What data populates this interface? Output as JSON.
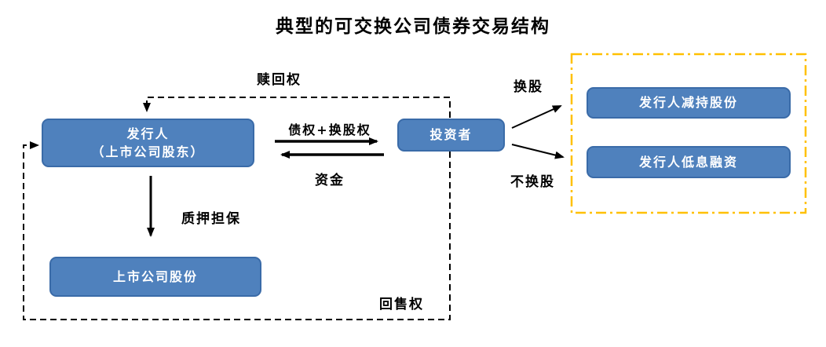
{
  "title": "典型的可交换公司债券交易结构",
  "colors": {
    "node_fill": "#4F81BD",
    "node_border": "#3A6BA8",
    "node_text": "#FFFFFF",
    "outcome_panel_border": "#FFC000",
    "wire": "#000000"
  },
  "nodes": {
    "issuer": {
      "line1": "发行人",
      "line2": "（上市公司股东）"
    },
    "investor": {
      "label": "投资者"
    },
    "listed_shares": {
      "label": "上市公司股份"
    },
    "reduce_holdings": {
      "label": "发行人减持股份"
    },
    "low_interest_financing": {
      "label": "发行人低息融资"
    }
  },
  "edges": {
    "redemption_right": "赎回权",
    "bond_plus_conversion_right": "债权+换股权",
    "funds": "资金",
    "pledge_guarantee": "质押担保",
    "put_right": "回售权",
    "convert": "换股",
    "not_convert": "不换股"
  }
}
